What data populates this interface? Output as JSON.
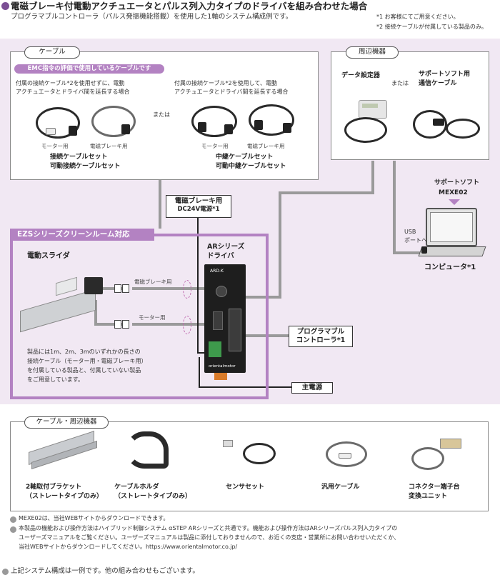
{
  "header": {
    "title": "電磁ブレーキ付電動アクチュエータとパルス列入力タイプのドライバを組み合わせた場合",
    "subtitle": "プログラマブルコントローラ（パルス発振機能搭載）を使用した1軸のシステム構成例です。",
    "note1": "*1 お客様にてご用意ください。",
    "note2": "*2 接続ケーブルが付属している製品のみ。"
  },
  "cable_panel": {
    "label": "ケーブル",
    "emc_tag": "EMC指令の評価で使用しているケーブルです",
    "left_desc_line1": "付属の接続ケーブル*2を使用せずに、電動",
    "left_desc_line2": "アクチュエータとドライバ間を延長する場合",
    "right_desc_line1": "付属の接続ケーブル*2を使用して、電動",
    "right_desc_line2": "アクチュエータとドライバ間を延長する場合",
    "or": "または",
    "motor_label": "モーター用",
    "brake_label": "電磁ブレーキ用",
    "left_set_line1": "接続ケーブルセット",
    "left_set_line2": "可動接続ケーブルセット",
    "right_set_line1": "中継ケーブルセット",
    "right_set_line2": "可動中継ケーブルセット"
  },
  "peripheral_panel": {
    "label": "周辺機器",
    "data_setter": "データ設定器",
    "or": "または",
    "support_cable_line1": "サポートソフト用",
    "support_cable_line2": "通信ケーブル"
  },
  "computer": {
    "software_line1": "サポートソフト",
    "software_line2": "MEXE02",
    "usb_line1": "USB",
    "usb_line2": "ポートへ",
    "label": "コンピュータ*1"
  },
  "brake_power": {
    "line1": "電磁ブレーキ用",
    "line2": "DC24V電源*1"
  },
  "ezs": {
    "label": "EZSシリーズクリーンルーム対応",
    "slider_label": "電動スライダ",
    "brake_cable": "電磁ブレーキ用",
    "motor_cable": "モーター用",
    "desc_line1": "製品には1m、2m、3mのいずれかの長さの",
    "desc_line2": "接続ケーブル（モーター用・電磁ブレーキ用）",
    "desc_line3": "を付属している製品と、付属していない製品",
    "desc_line4": "をご用意しています。"
  },
  "driver": {
    "label_line1": "ARシリーズ",
    "label_line2": "ドライバ",
    "model": "ARD-K",
    "brand": "orientalmotor"
  },
  "plc": {
    "line1": "プログラマブル",
    "line2": "コントローラ*1"
  },
  "main_power": "主電源",
  "bottom_panel": {
    "label": "ケーブル・周辺機器",
    "items": [
      {
        "line1": "2軸取付ブラケット",
        "line2": "（ストレートタイプのみ）"
      },
      {
        "line1": "ケーブルホルダ",
        "line2": "（ストレートタイプのみ）"
      },
      {
        "line1": "センサセット",
        "line2": ""
      },
      {
        "line1": "汎用ケーブル",
        "line2": ""
      },
      {
        "line1": "コネクター端子台",
        "line2": "変換ユニット"
      }
    ]
  },
  "footnotes": {
    "f1": "MEXE02は、当社WEBサイトからダウンロードできます。",
    "f2_line1": "本製品の機能および操作方法はハイブリッド制御システム αSTEP ARシリーズと共通です。機能および操作方法はARシリーズパルス列入力タイプの",
    "f2_line2": "ユーザーズマニュアルをご覧ください。ユーザーズマニュアルは製品に添付しておりませんので、お近くの支店・営業所にお問い合わせいただくか、",
    "f2_line3": "当社WEBサイトからダウンロードしてください。https://www.orientalmotor.co.jp/",
    "f3": "上記システム構成は一例です。他の組み合わせもございます。"
  }
}
